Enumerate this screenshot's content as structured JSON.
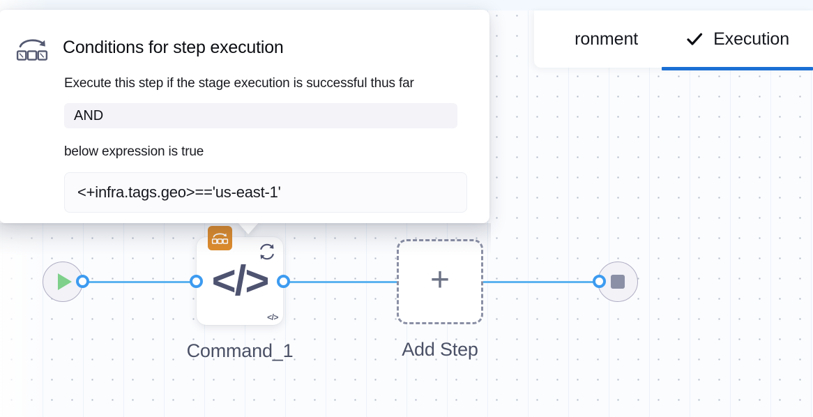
{
  "tabs": [
    {
      "label": "ronment",
      "icon": "",
      "active": false,
      "truncated": true
    },
    {
      "label": "Execution",
      "icon": "check-icon",
      "active": true,
      "truncated": false
    }
  ],
  "popover": {
    "icon": "conditional-execution-icon",
    "title": "Conditions for step execution",
    "condition_line_1": "Execute this step if the stage execution is successful thus far",
    "operator_value": "AND",
    "condition_line_2": "below expression is true",
    "expression_value": "<+infra.tags.geo>=='us-east-1'"
  },
  "pipeline": {
    "start_node": {
      "icon": "play-icon",
      "name": "start-node"
    },
    "end_node": {
      "icon": "stop-icon",
      "name": "end-node"
    },
    "step": {
      "label": "Command_1",
      "main_icon": "</>",
      "mini_icon": "</>",
      "loop_icon": "retry-loop-icon",
      "condition_badge_icon": "conditional-execution-icon"
    },
    "add_step": {
      "label": "Add Step",
      "icon": "plus-icon"
    }
  },
  "colors": {
    "accent_blue": "#1b6fd4",
    "edge_blue": "#5cb3ef",
    "port_blue": "#3d9bf0",
    "badge_orange": "#dd8b2c",
    "play_green": "#7ed08a",
    "stop_gray": "#8b90a6",
    "label_slate": "#4b5166"
  }
}
